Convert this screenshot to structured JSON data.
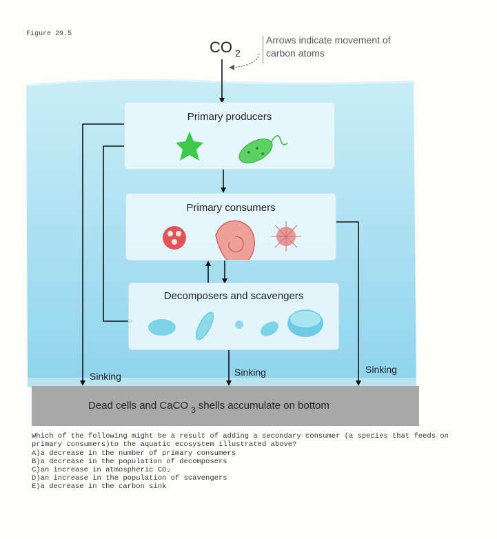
{
  "figure_label": "Figure 29.5",
  "co2": {
    "main": "CO",
    "sub": "2"
  },
  "legend_note": "Arrows indicate movement of carbon atoms",
  "boxes": {
    "producers": "Primary producers",
    "consumers": "Primary consumers",
    "decomposers": "Decomposers and scavengers"
  },
  "sinking_label": "Sinking",
  "bottom": {
    "before": "Dead cells and CaCO",
    "sub": "3",
    "after": "shells accumulate on bottom"
  },
  "question": {
    "text": "Which of the following might be a result of adding a secondary consumer (a species that feeds on primary consumers)to the aquatic ecosystem illustrated above?",
    "options": [
      "A)a decrease in the number of primary consumers",
      "B)a decrease in the population of decomposers",
      "C)an increase in atmospheric CO₂",
      "D)an increase in the population of scavengers",
      "E)a decrease in the carbon sink"
    ]
  },
  "colors": {
    "water_top": "#c4ebf6",
    "water_bottom": "#8fd6ee",
    "sediment": "#a9a9a9",
    "producer_green": "#3ec94a",
    "consumer_red": "#e0555a",
    "decomposer_blue": "#7fd3e8"
  }
}
